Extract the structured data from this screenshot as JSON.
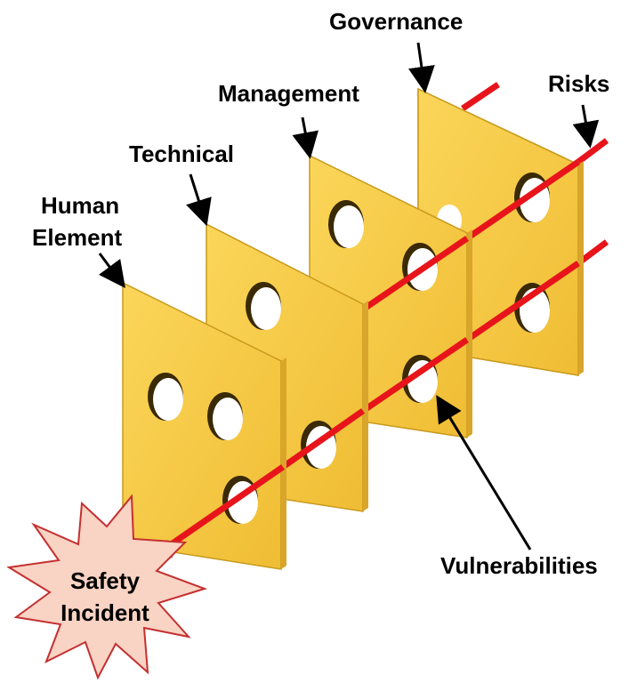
{
  "labels": {
    "governance": "Governance",
    "risks": "Risks",
    "management": "Management",
    "technical": "Technical",
    "human_line1": "Human",
    "human_line2": "Element",
    "vulnerabilities": "Vulnerabilities",
    "incident_line1": "Safety",
    "incident_line2": "Incident"
  },
  "colors": {
    "slice_face": "#f5c842",
    "slice_edge": "#c99a1d",
    "slice_side": "#e0b030",
    "hole_shadow": "#3a2a05",
    "ray": "#e8141b",
    "burst_fill": "#f9d3c4",
    "burst_stroke": "#c43030"
  }
}
